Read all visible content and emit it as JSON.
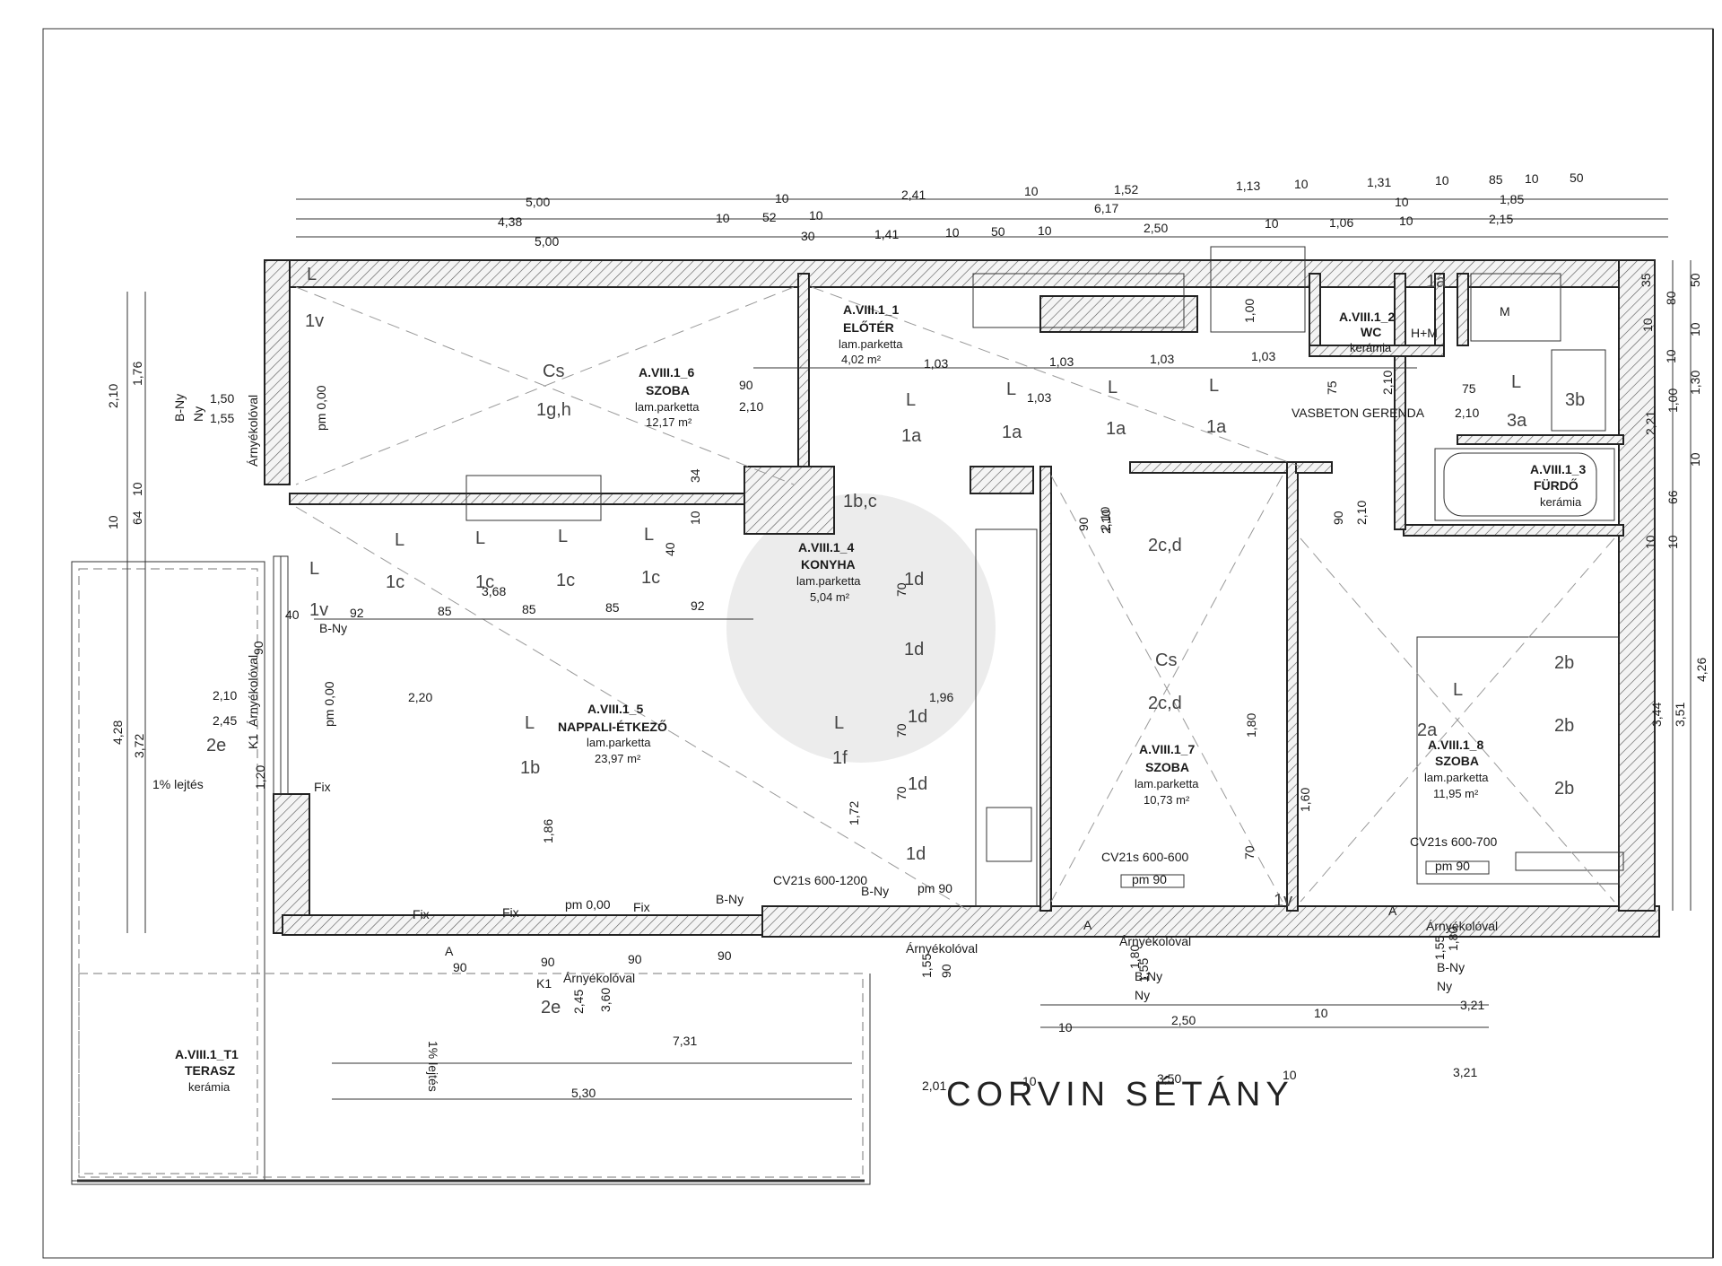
{
  "street": {
    "name": "CORVIN SÉTÁNY"
  },
  "rooms": [
    {
      "id": "A.VIII.1_1",
      "name": "ELŐTÉR",
      "floor": "lam.parketta",
      "area": "4,02 m²"
    },
    {
      "id": "A.VIII.1_2",
      "name": "WC",
      "floor": "kerámia",
      "area": ""
    },
    {
      "id": "A.VIII.1_3",
      "name": "FÜRDŐ",
      "floor": "kerámia",
      "area": ""
    },
    {
      "id": "A.VIII.1_4",
      "name": "KONYHA",
      "floor": "lam.parketta",
      "area": "5,04 m²"
    },
    {
      "id": "A.VIII.1_5",
      "name": "NAPPALI-ÉTKEZŐ",
      "floor": "lam.parketta",
      "area": "23,97 m²"
    },
    {
      "id": "A.VIII.1_6",
      "name": "SZOBA",
      "floor": "lam.parketta",
      "area": "12,17 m²"
    },
    {
      "id": "A.VIII.1_7",
      "name": "SZOBA",
      "floor": "lam.parketta",
      "area": "10,73 m²"
    },
    {
      "id": "A.VIII.1_8",
      "name": "SZOBA",
      "floor": "lam.parketta",
      "area": "11,95 m²"
    },
    {
      "id": "A.VIII.1_T1",
      "name": "TERASZ",
      "floor": "kerámia",
      "area": ""
    }
  ],
  "dimensions": {
    "top_row1": [
      "5,00",
      "10",
      "2,41",
      "10",
      "1,52",
      "1,13",
      "10",
      "1,31",
      "10",
      "85",
      "10",
      "50"
    ],
    "top_row2": [
      "4,38",
      "10",
      "52",
      "10",
      "6,17",
      "10",
      "1,85"
    ],
    "top_row3": [
      "5,00",
      "30",
      "1,41",
      "10",
      "50",
      "10",
      "2,50",
      "10",
      "1,06",
      "10",
      "2,15"
    ],
    "left": [
      "2,10",
      "1,76",
      "10",
      "64",
      "10",
      "4,28",
      "3,72"
    ],
    "right": [
      "35",
      "80",
      "10",
      "1,00",
      "10",
      "1,30",
      "2,21",
      "66",
      "10",
      "10",
      "3,44",
      "3,51",
      "4,26",
      "50",
      "10",
      "10"
    ],
    "bottom_row1": [
      "10",
      "2,50",
      "10",
      "3,21"
    ],
    "bottom_row2": [
      "2,01",
      "10",
      "3,50",
      "10",
      "3,21"
    ],
    "terrace": [
      "7,31",
      "5,30"
    ],
    "interior": [
      "1,03",
      "1,03",
      "1,03",
      "1,03",
      "1,03",
      "85",
      "85",
      "85",
      "92",
      "40",
      "92",
      "3,68",
      "2,20",
      "1,86",
      "1,72",
      "1,96",
      "1,80",
      "1,60",
      "70",
      "70",
      "70",
      "70",
      "34",
      "10",
      "40",
      "2,10",
      "1,00"
    ]
  },
  "labels": {
    "cs": "Cs",
    "lamp_L": "L",
    "fix": "Fix",
    "bny": "B-Ny",
    "ny": "Ny",
    "pm000": "pm 0,00",
    "pm90": "pm 90",
    "amyekolo": "Árnyékolóval",
    "slope": "1% lejtés",
    "k1": "K1",
    "a": "A",
    "m": "M",
    "hm": "H+M",
    "vasbeton": "VASBETON GERENDA",
    "cv1": "CV21s 600-1200",
    "cv2": "CV21s 600-600",
    "cv3": "CV21s 600-700",
    "tags": [
      "1g,h",
      "1a",
      "1a",
      "1a",
      "1a",
      "1a",
      "1c",
      "1c",
      "1c",
      "1c",
      "1d",
      "1d",
      "1d",
      "1d",
      "1d",
      "1f",
      "1b",
      "1v",
      "1v",
      "1v",
      "2e",
      "2e",
      "2c,d",
      "2c,d",
      "2a",
      "2b",
      "2b",
      "2b",
      "3a",
      "3b",
      "1b,c"
    ],
    "door_dims": [
      "90",
      "2,10",
      "75",
      "2,10",
      "75",
      "2,10",
      "90",
      "2,10",
      "90",
      "2,10",
      "2,10",
      "2,45",
      "1,50",
      "1,55",
      "1,20",
      "90",
      "90",
      "90",
      "90",
      "90",
      "1,55",
      "90",
      "1,80",
      "1,55",
      "1,80",
      "1,55",
      "2,45",
      "3,60"
    ]
  }
}
